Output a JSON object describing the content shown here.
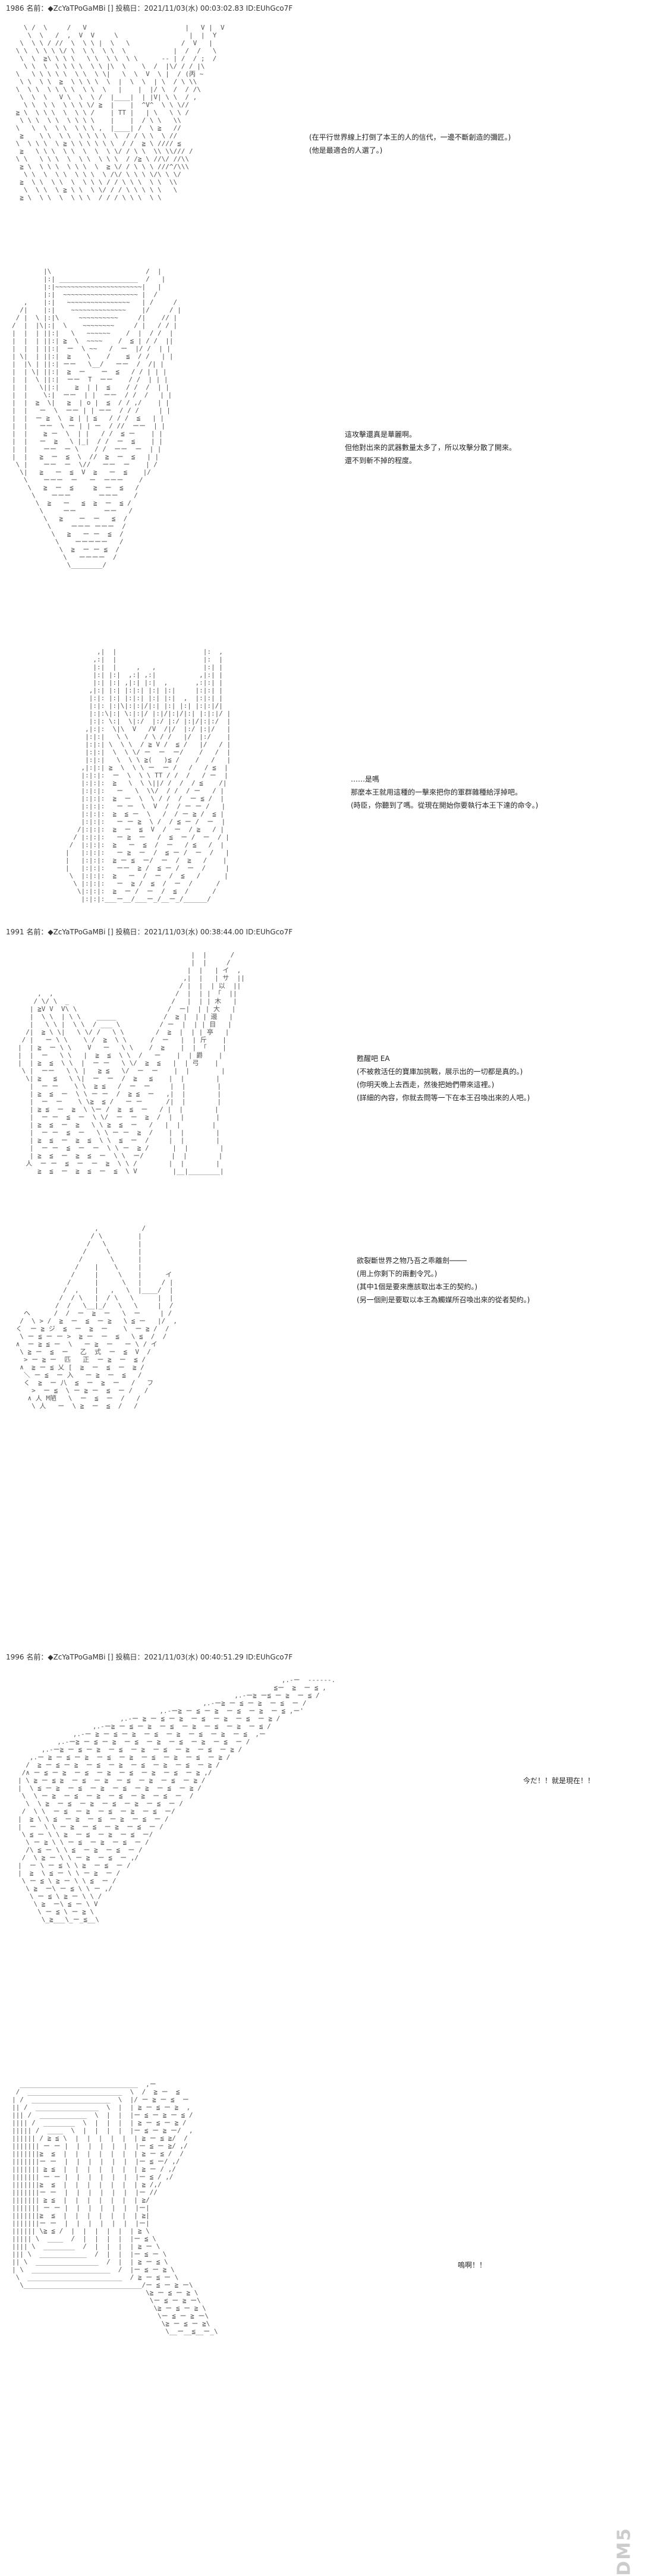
{
  "posts": [
    {
      "header": "1986 名前：◆ZcYaTPoGaMBi [] 投稿日：2021/11/03(水) 00:03:02.83 ID:EUhGco7F",
      "panels": [
        {
          "lines": [
            "(在平行世界線上打倒了本王的人的信代，一邊不斷創造的彌匠。)",
            "(他是最適合的人選了。)"
          ]
        },
        {
          "lines": [
            "這攻擊還真是華麗啊。",
            "但他對出來的武器數量太多了，所以攻擊分散了開來。",
            "還不到斬不掉的程度。"
          ]
        },
        {
          "lines": [
            "……是嗎",
            "那麼本王就用這種的一擊來把你的軍群雜種給浮掉吧。",
            "",
            "(時臣，你聽到了嗎。從現在開始你要執行本王下達的命令。)"
          ]
        }
      ]
    },
    {
      "header": "1991 名前：◆ZcYaTPoGaMBi [] 投稿日：2021/11/03(水) 00:38:44.00 ID:EUhGco7F",
      "panels": [
        {
          "lines": [
            "甦醒吧 EA",
            "(不被救活任的寶庫加挑戰，展示出的一切都是真的。)",
            "(你明天晚上去西走，然後把她們帶來這裡。)",
            "(詳細的內容，你就去問等一下在本王召喚出來的人吧。)"
          ]
        },
        {
          "lines": [
            "欲裂斷世界之物乃吾之乖離劍────",
            "(用上你剩下的兩劃令咒。)",
            "(其中1個是要來應該取出本王的契約。)",
            "(另一個則是要取以本王為觸媒所召喚出來的從者契約。)"
          ]
        }
      ]
    },
    {
      "header": "1996 名前：◆ZcYaTPoGaMBi [] 投稿日：2021/11/03(水) 00:40:51.29 ID:EUhGco7F",
      "panels": [
        {
          "lines": [
            "今だ！！就是現在！！"
          ]
        },
        {
          "lines": [
            "嗚啊！！"
          ]
        }
      ]
    }
  ],
  "watermark": "DM5"
}
